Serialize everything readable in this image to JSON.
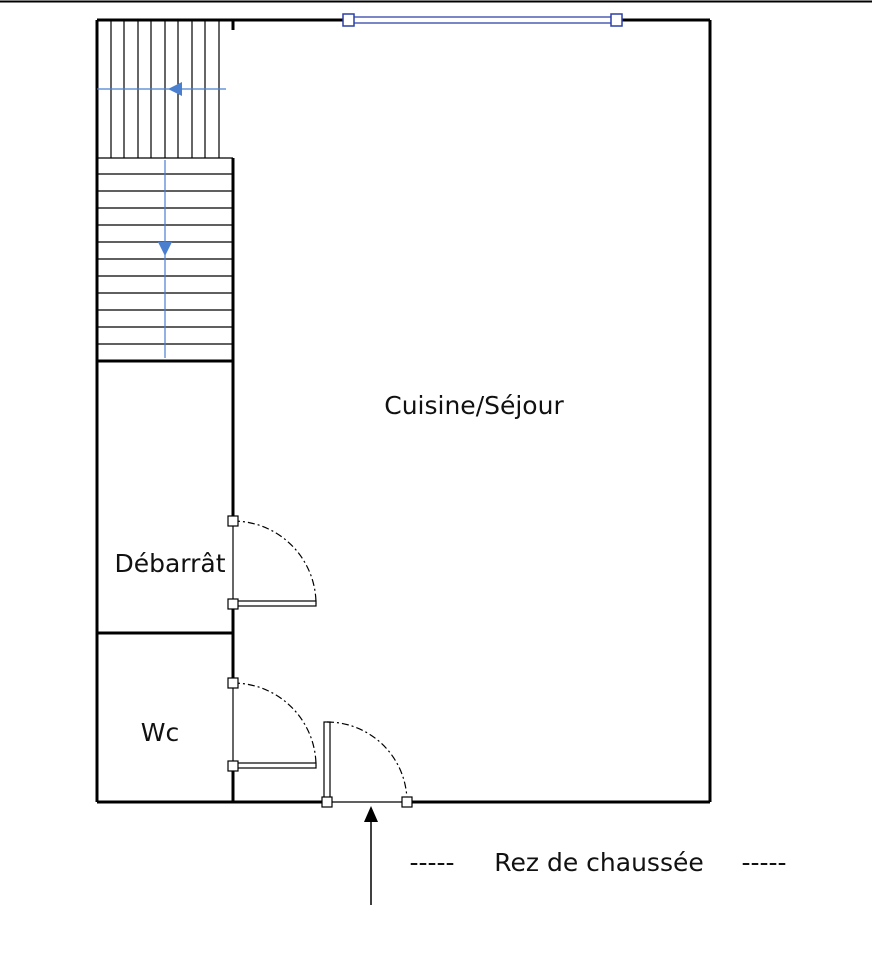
{
  "rooms": {
    "kitchen_living": "Cuisine/Séjour",
    "storage": "Débarrât",
    "toilet": "Wc"
  },
  "caption": {
    "level": "Rez de chaussée",
    "dash_left": "-----",
    "dash_right": "-----"
  },
  "colors": {
    "walls": "#000000",
    "stair_arrow": "#4a7fd0",
    "window": "#2b3fa8",
    "background": "#ffffff"
  },
  "icons": {
    "entrance": "entrance-arrow-icon",
    "stair_direction": "stair-direction-arrow-icon"
  }
}
